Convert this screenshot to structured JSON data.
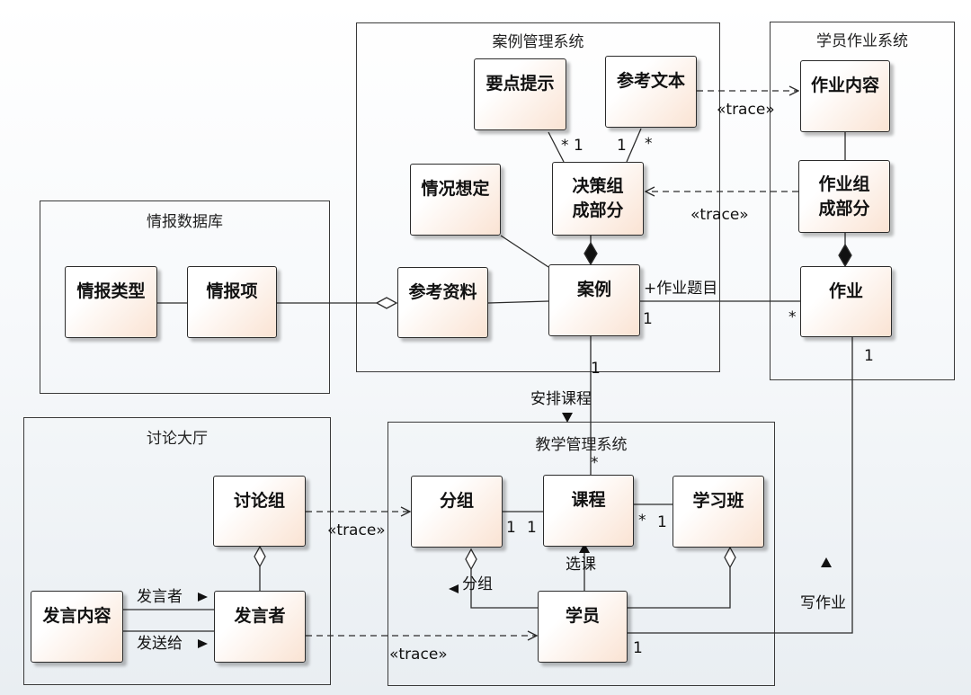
{
  "packages": {
    "intel_db": "情报数据库",
    "case_mgmt": "案例管理系统",
    "assignment_sys": "学员作业系统",
    "discussion": "讨论大厅",
    "teaching_mgmt": "教学管理系统"
  },
  "classes": {
    "intel_type": "情报类型",
    "intel_item": "情报项",
    "key_points": "要点提示",
    "ref_text": "参考文本",
    "scenario": "情况想定",
    "decision_part": "决策组成部分",
    "ref_material": "参考资料",
    "case": "案例",
    "hw_content": "作业内容",
    "hw_part": "作业组成部分",
    "homework": "作业",
    "discussion_group": "讨论组",
    "speech_content": "发言内容",
    "speaker": "发言者",
    "grouping": "分组",
    "course": "课程",
    "study_class": "学习班",
    "student": "学员"
  },
  "labels": {
    "trace": "«trace»",
    "one": "1",
    "many": "*",
    "hw_topic": "+作业题目",
    "arrange_course": "安排课程",
    "select_course": "选课",
    "grouping_assoc": "分组",
    "write_hw": "写作业",
    "speaker_assoc": "发言者",
    "send_to": "发送给"
  },
  "colors": {
    "line": "#2b2b2b",
    "class_fill_end": "#fae3d3",
    "package_border": "#3a3a3a"
  }
}
